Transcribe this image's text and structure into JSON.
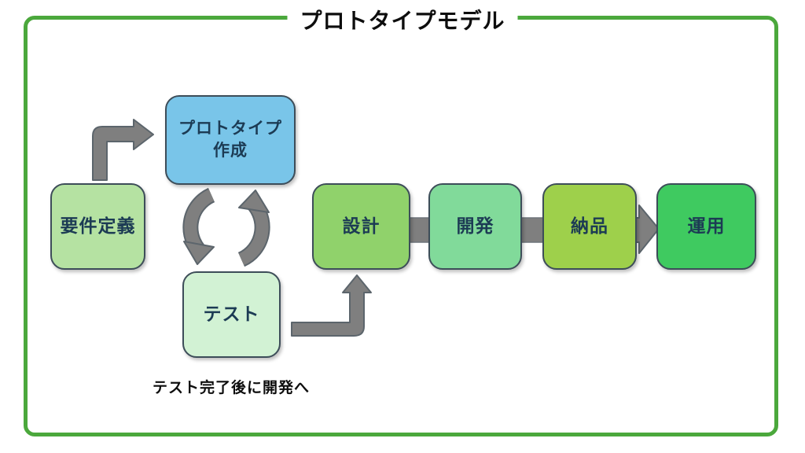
{
  "title": "プロトタイプモデル",
  "caption": "テスト完了後に開発へ",
  "nodes": {
    "requirements": {
      "label": "要件定義",
      "fill": "#b5e2a2"
    },
    "prototype": {
      "label": "プロトタイプ\n作成",
      "fill": "#79c5e9"
    },
    "test": {
      "label": "テスト",
      "fill": "#d2f2d4"
    },
    "design": {
      "label": "設計",
      "fill": "#90d26b"
    },
    "development": {
      "label": "開発",
      "fill": "#81da9a"
    },
    "delivery": {
      "label": "納品",
      "fill": "#9ed04b"
    },
    "operation": {
      "label": "運用",
      "fill": "#3fca60"
    }
  },
  "edges": [
    {
      "from": "要件定義",
      "to": "プロトタイプ作成",
      "type": "elbow-arrow"
    },
    {
      "from": "プロトタイプ作成",
      "to": "テスト",
      "type": "cycle-arrow"
    },
    {
      "from": "テスト",
      "to": "プロトタイプ作成",
      "type": "cycle-arrow"
    },
    {
      "from": "テスト",
      "to": "設計",
      "type": "elbow-arrow"
    },
    {
      "from": "設計",
      "to": "開発",
      "type": "bar"
    },
    {
      "from": "開発",
      "to": "納品",
      "type": "bar"
    },
    {
      "from": "納品",
      "to": "運用",
      "type": "block-arrow"
    }
  ],
  "colors": {
    "frame_green": "#4ba83c",
    "title_text": "#0d0d0d",
    "node_border": "#3d4d59",
    "node_text": "#1c3b54",
    "arrow_fill": "#7f7f7f",
    "arrow_outline": "#5c656c"
  }
}
